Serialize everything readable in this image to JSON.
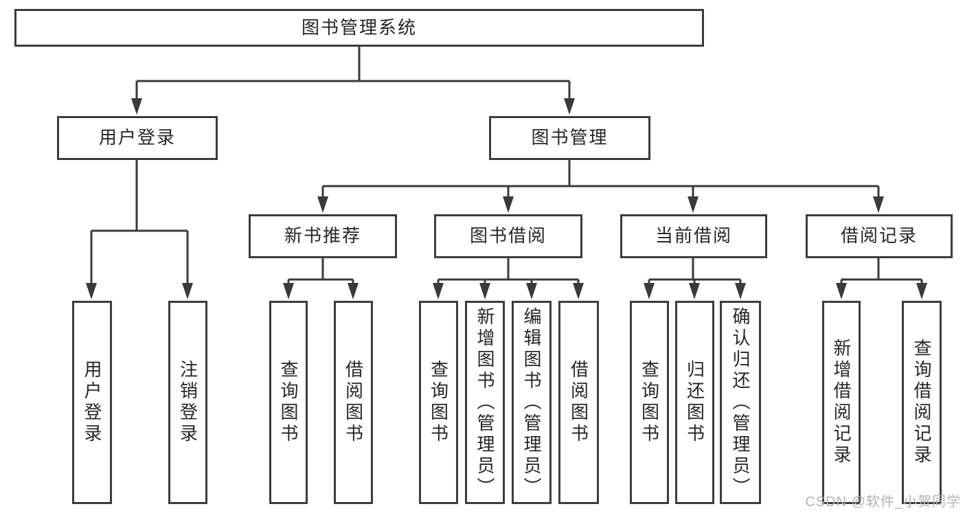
{
  "diagram": {
    "tree": {
      "root": {
        "label": "图书管理系统",
        "children": [
          {
            "label": "用户登录",
            "children": [
              {
                "label": "用户登录"
              },
              {
                "label": "注销登录"
              }
            ]
          },
          {
            "label": "图书管理",
            "children": [
              {
                "label": "新书推荐",
                "children": [
                  {
                    "label": "查询图书"
                  },
                  {
                    "label": "借阅图书"
                  }
                ]
              },
              {
                "label": "图书借阅",
                "children": [
                  {
                    "label": "查询图书"
                  },
                  {
                    "label": "新增图书（管理员）"
                  },
                  {
                    "label": "编辑图书（管理员）"
                  },
                  {
                    "label": "借阅图书"
                  }
                ]
              },
              {
                "label": "当前借阅",
                "children": [
                  {
                    "label": "查询图书"
                  },
                  {
                    "label": "归还图书"
                  },
                  {
                    "label": "确认归还（管理员）"
                  }
                ]
              },
              {
                "label": "借阅记录",
                "children": [
                  {
                    "label": "新增借阅记录"
                  },
                  {
                    "label": "查询借阅记录"
                  }
                ]
              }
            ]
          }
        ]
      }
    },
    "watermark": "CSDN @软件_小贺同学",
    "colors": {
      "line": "#3a3a3a",
      "box_border": "#3c3c3c",
      "text": "#262626",
      "watermark": "#b3b3b3",
      "background": "#ffffff"
    }
  }
}
